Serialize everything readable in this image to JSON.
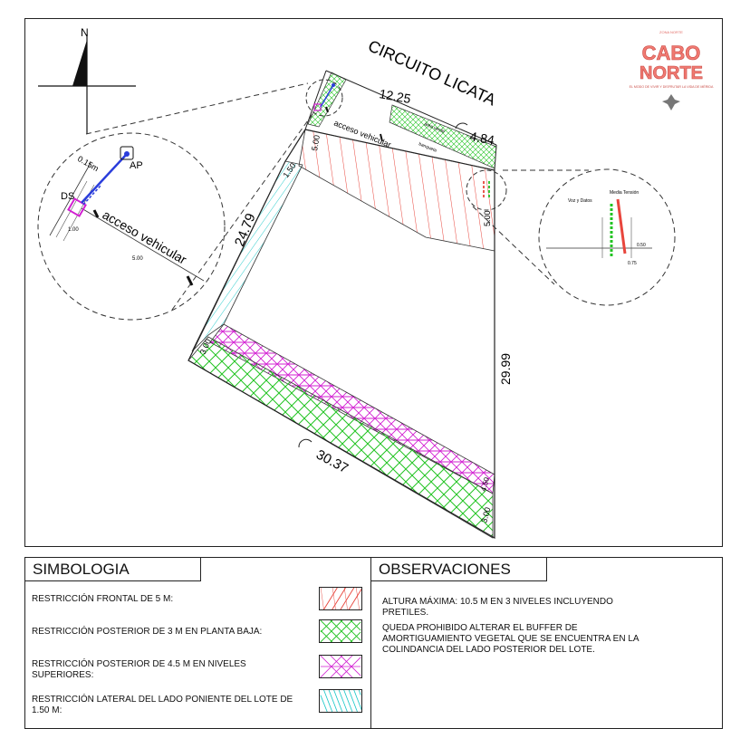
{
  "site": {
    "street_name": "CIRCUITO LICATA",
    "dim_front": "12.25",
    "dim_front_arc": "4.84",
    "dim_west": "24.79",
    "dim_east": "29.99",
    "dim_rear": "30.37",
    "setback_front_left": "5.00",
    "setback_front_right": "5.00",
    "setback_west": "1.50",
    "setback_rear_ground": "3.00",
    "setback_rear_ground_right": "3.00",
    "setback_rear_upper": "4.50",
    "green_area_label": "área verde",
    "sidewalk_label": "banqueta",
    "vehicle_access_label": "acceso vehicular",
    "north_label": "N"
  },
  "detail_left": {
    "access_label": "acceso vehicular",
    "ap_label": "AP",
    "ds_label": "DS",
    "offset_label": "0.15m",
    "width_label": "5.00",
    "small_label": "1.00"
  },
  "detail_right": {
    "voice_data_label": "Voz y Datos",
    "medium_voltage_label": "Media Tensión",
    "dim_a": "0.50",
    "dim_b": "0.75"
  },
  "logo": {
    "line1": "CABO",
    "line2": "NORTE",
    "tagline": "EL MODO DE VIVIR Y DISFRUTAR LA VIDA DE MÉRIDA",
    "top_small": "ZONA NORTE"
  },
  "legend": {
    "title": "SIMBOLOGIA",
    "items": [
      {
        "label": "RESTRICCIÓN FRONTAL DE 5 M:",
        "color": "#e8453c"
      },
      {
        "label": "RESTRICCIÓN POSTERIOR DE 3 M EN PLANTA BAJA:",
        "color": "#22c322"
      },
      {
        "label": "RESTRICCIÓN POSTERIOR DE 4.5 M EN NIVELES SUPERIORES:",
        "color": "#d21fd2"
      },
      {
        "label": "RESTRICCIÓN LATERAL DEL LADO PONIENTE DEL LOTE DE 1.50 M:",
        "color": "#18c7c7"
      }
    ]
  },
  "observations": {
    "title": "OBSERVACIONES",
    "items": [
      "ALTURA MÁXIMA: 10.5 M EN 3 NIVELES INCLUYENDO PRETILES.",
      "QUEDA PROHIBIDO ALTERAR EL BUFFER DE AMORTIGUAMIENTO VEGETAL QUE SE ENCUENTRA EN LA COLINDANCIA DEL LADO POSTERIOR DEL LOTE."
    ]
  }
}
